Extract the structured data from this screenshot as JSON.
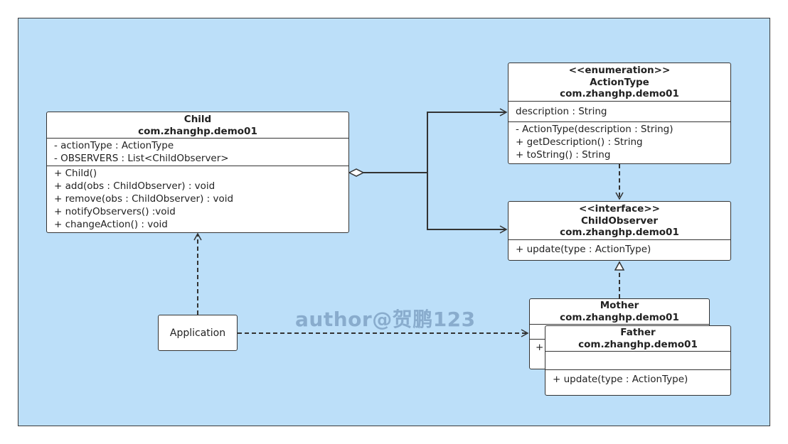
{
  "child": {
    "name": "Child",
    "package": "com.zhanghp.demo01",
    "attributes": [
      "- actionType : ActionType",
      "- OBSERVERS : List<ChildObserver>"
    ],
    "operations": [
      "+ Child()",
      "+ add(obs : ChildObserver) : void",
      "+ remove(obs : ChildObserver) : void",
      "+ notifyObservers() :void",
      "+ changeAction() : void"
    ]
  },
  "action_type": {
    "stereotype": "<<enumeration>>",
    "name": "ActionType",
    "package": "com.zhanghp.demo01",
    "attributes": [
      "description : String"
    ],
    "operations": [
      "-  ActionType(description : String)",
      "+ getDescription() : String",
      "+ toString() : String"
    ]
  },
  "child_observer": {
    "stereotype": "<<interface>>",
    "name": "ChildObserver",
    "package": "com.zhanghp.demo01",
    "operations": [
      "+ update(type : ActionType)"
    ]
  },
  "mother": {
    "name": "Mother",
    "package": "com.zhanghp.demo01",
    "partial_op": "+"
  },
  "father": {
    "name": "Father",
    "package": "com.zhanghp.demo01",
    "operations": [
      "+ update(type : ActionType)"
    ]
  },
  "application": {
    "name": "Application"
  },
  "watermark": "author@贺鹏123",
  "colors": {
    "background": "#bcdff9",
    "box": "#ffffff",
    "line": "#333333"
  }
}
